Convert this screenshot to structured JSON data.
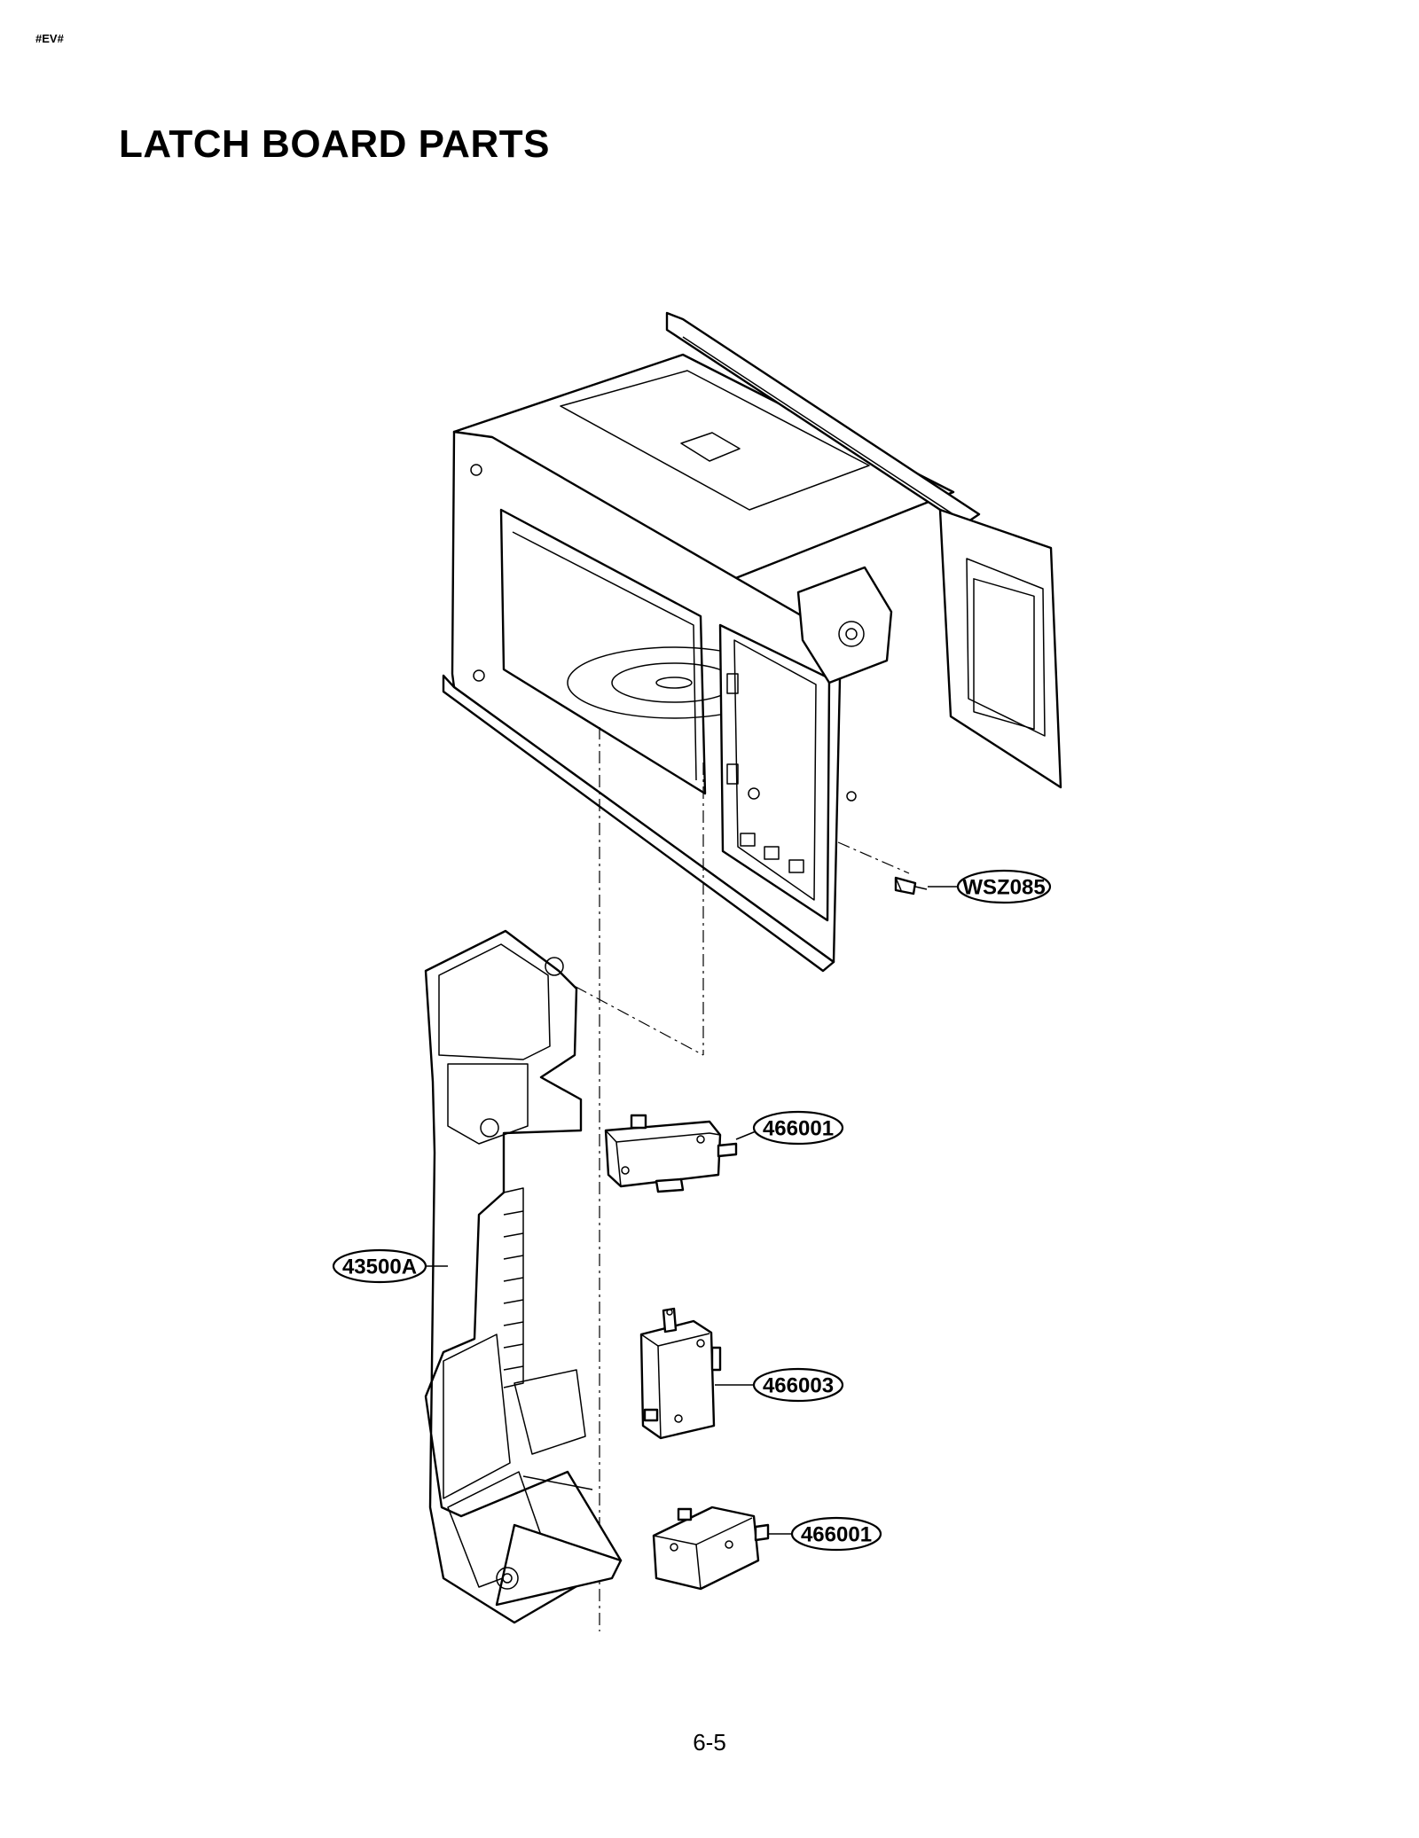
{
  "header": {
    "code": "#EV#"
  },
  "title": "LATCH BOARD PARTS",
  "page_number": "6-5",
  "parts": [
    {
      "id": "screw",
      "label": "WSZ085"
    },
    {
      "id": "latch-board",
      "label": "43500A"
    },
    {
      "id": "switch-top",
      "label": "466001"
    },
    {
      "id": "switch-middle",
      "label": "466003"
    },
    {
      "id": "switch-bottom",
      "label": "466001"
    }
  ]
}
